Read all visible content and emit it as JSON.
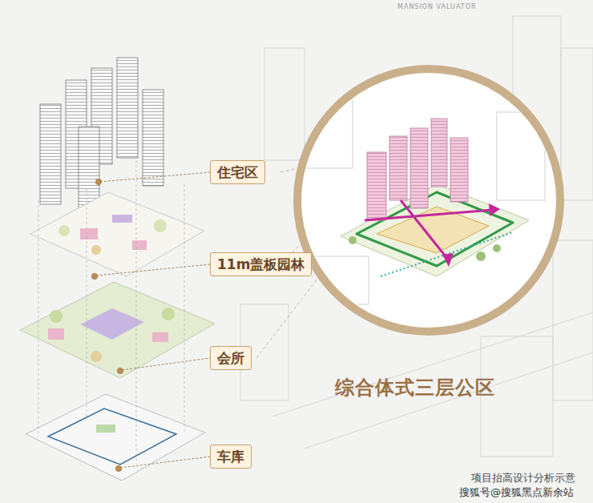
{
  "diagram": {
    "title": "综合体式三层公区",
    "caption": "项目抬高设计分析示意",
    "nodes": [
      {
        "text": [
          "住宅区"
        ]
      },
      {
        "text": [
          "11m盖板园林"
        ]
      },
      {
        "text": [
          "会所"
        ]
      },
      {
        "text": [
          "车库"
        ]
      }
    ],
    "labels": [
      "搜狐号@搜狐黑点新余站",
      "MANSION VALUATOR"
    ]
  }
}
